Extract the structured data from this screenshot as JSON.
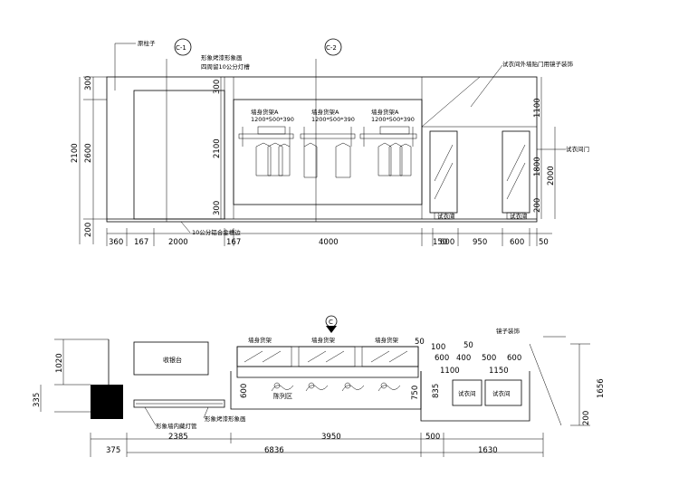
{
  "elevation": {
    "notes": {
      "column": "原柱子",
      "lightbox": "形象烤漆形象画",
      "groove": "四周留10公分灯槽",
      "mirror_wall": "试衣间外墙贴门用镜子装饰",
      "fitting_door": "试衣间门",
      "aluminum": "10公分铝合金槽边"
    },
    "markers": [
      "C-1",
      "C-2"
    ],
    "rack_label": "墙身货架A",
    "rack_size": "1200*500*390",
    "fitting_sign": "试衣间",
    "left_dims": [
      "300",
      "2600",
      "2100",
      "200"
    ],
    "inner_dims": [
      "300",
      "2100",
      "300"
    ],
    "right_dims": [
      "1100",
      "1800",
      "2000",
      "200"
    ],
    "bottom_dims": [
      "360",
      "167",
      "2000",
      "167",
      "4000",
      "150",
      "600",
      "950",
      "600",
      "50"
    ]
  },
  "plan": {
    "cashier": "收银台",
    "cashier_height": "1020",
    "left_height": "335",
    "marker": "C",
    "rack_tag": "墙身货架",
    "zone": "陈列区",
    "fitting_room": "试衣间",
    "mirror_note": "镜子装饰",
    "shelf_dims": [
      "50",
      "100",
      "600",
      "1100",
      "50",
      "400",
      "500",
      "600",
      "1150"
    ],
    "section_dims": [
      "600",
      "750",
      "835"
    ],
    "right_dims": [
      "1656",
      "200"
    ],
    "bottom_labels": {
      "lightbox_bottom": "形象烤漆形象画",
      "pipe": "形象墙内藏灯管"
    },
    "bottom_dims": [
      "375",
      "2385",
      "3950",
      "500",
      "1630",
      "6836"
    ]
  }
}
